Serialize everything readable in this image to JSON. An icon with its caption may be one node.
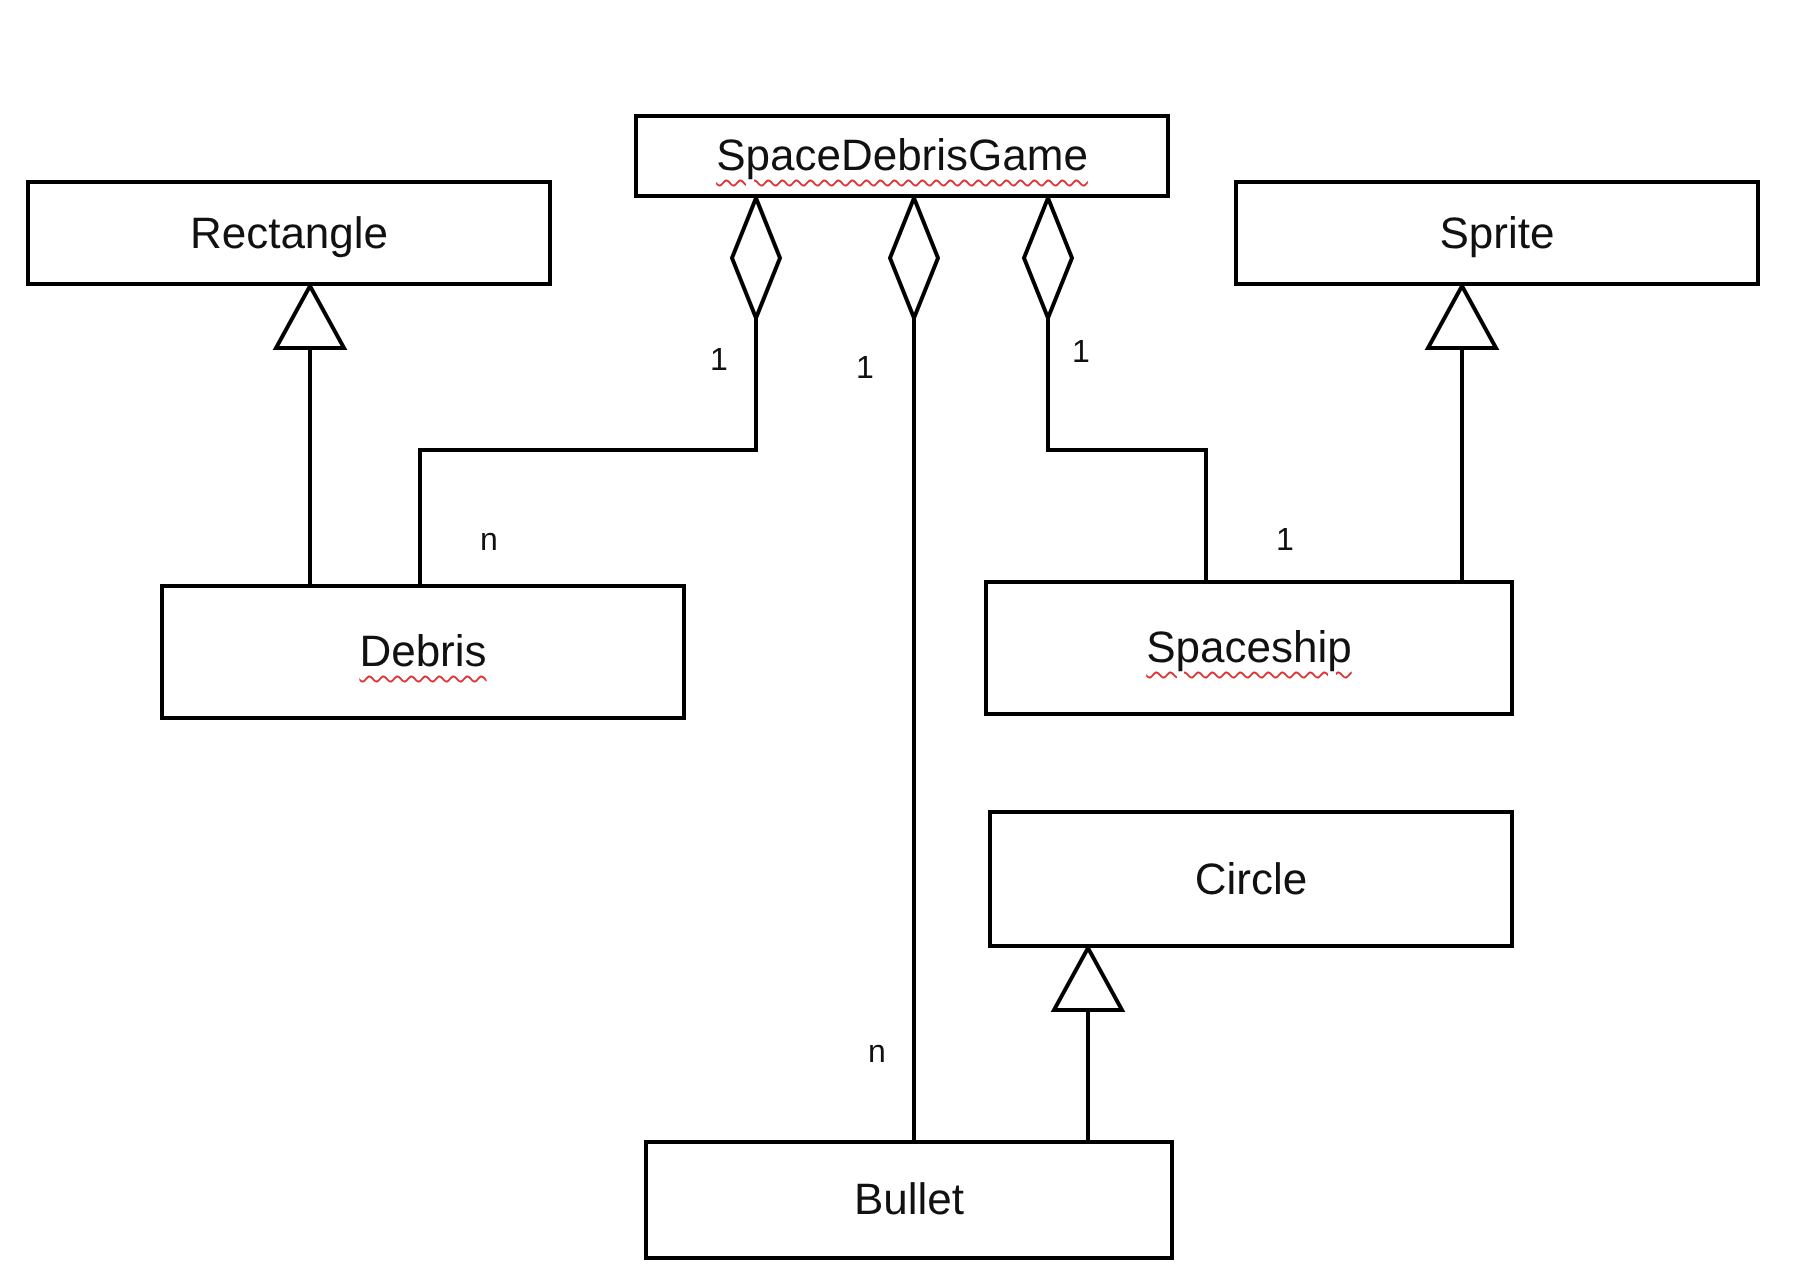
{
  "diagram": {
    "nodes": [
      {
        "text": [
          "SpaceDebrisGame"
        ]
      },
      {
        "text": [
          "Rectangle"
        ]
      },
      {
        "text": [
          "Sprite"
        ]
      },
      {
        "text": [
          "Debris"
        ]
      },
      {
        "text": [
          "Spaceship"
        ]
      },
      {
        "text": [
          "Circle"
        ]
      },
      {
        "text": [
          "Bullet"
        ]
      }
    ],
    "edges": [
      {
        "from": 3,
        "to": 1,
        "arrow": "to"
      },
      {
        "from": 4,
        "to": 2,
        "arrow": "to"
      },
      {
        "from": 0,
        "to": 3,
        "arrow": "other"
      },
      {
        "from": 0,
        "to": 6,
        "arrow": "other"
      },
      {
        "from": 0,
        "to": 4,
        "arrow": "other"
      },
      {
        "from": 6,
        "to": 5,
        "arrow": "to"
      }
    ],
    "labels": [
      "1",
      "1",
      "1",
      "n",
      "1",
      "n"
    ]
  }
}
